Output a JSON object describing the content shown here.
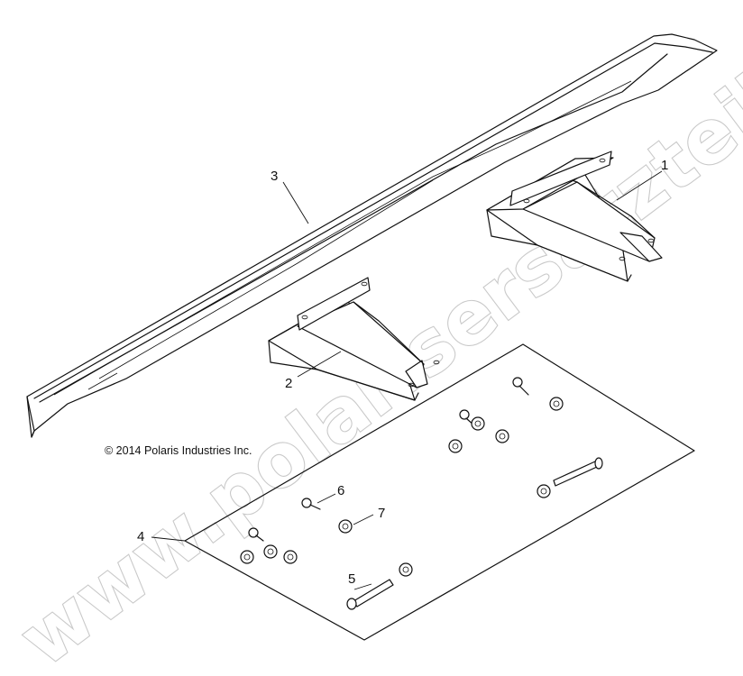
{
  "watermark": {
    "text": "www.polarisersatzteile.de",
    "color": "#c9c9c9"
  },
  "copyright": "© 2014 Polaris Industries Inc.",
  "callouts": [
    {
      "id": "1",
      "label": "1"
    },
    {
      "id": "2",
      "label": "2"
    },
    {
      "id": "3",
      "label": "3"
    },
    {
      "id": "4",
      "label": "4"
    },
    {
      "id": "5",
      "label": "5"
    },
    {
      "id": "6",
      "label": "6"
    },
    {
      "id": "7",
      "label": "7"
    }
  ],
  "parts": [
    {
      "callout": "1",
      "icon": "mounting-bracket-icon"
    },
    {
      "callout": "2",
      "icon": "mounting-bracket-icon"
    },
    {
      "callout": "3",
      "icon": "guard-rail-icon"
    },
    {
      "callout": "4",
      "icon": "hardware-kit-icon"
    },
    {
      "callout": "5",
      "icon": "bolt-icon"
    },
    {
      "callout": "6",
      "icon": "screw-icon"
    },
    {
      "callout": "7",
      "icon": "nut-icon"
    }
  ]
}
